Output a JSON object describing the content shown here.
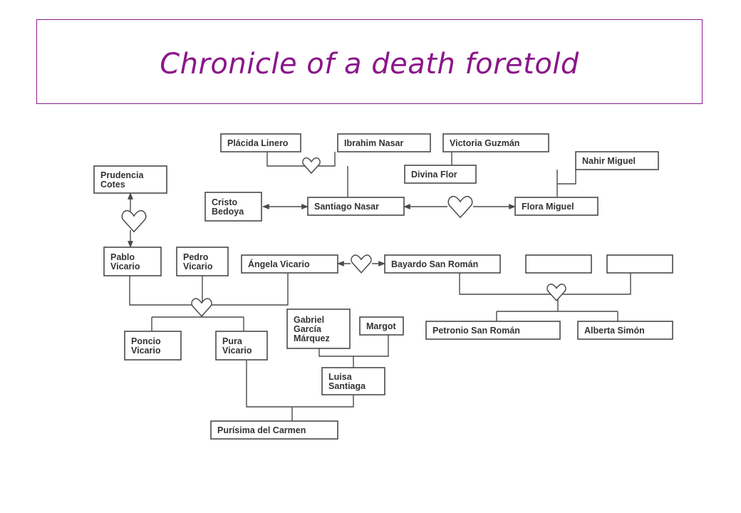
{
  "title": "Chronicle of a death foretold",
  "nodes": {
    "placida_linero": "Plácida Linero",
    "ibrahim_nasar": "Ibrahim Nasar",
    "victoria_guzman": "Victoria Guzmán",
    "divina_flor": "Divina Flor",
    "nahir_miguel": "Nahir Miguel",
    "prudencia_cotes": "Prudencia\nCotes",
    "cristo_bedoya": "Cristo\nBedoya",
    "santiago_nasar": "Santiago Nasar",
    "flora_miguel": "Flora Miguel",
    "pablo_vicario": "Pablo\nVicario",
    "pedro_vicario": "Pedro\nVicario",
    "angela_vicario": "Ángela Vicario",
    "bayardo_san_roman": "Bayardo San Román",
    "unnamed_parent_1": "",
    "unnamed_parent_2": "",
    "gabriel_garcia_marquez": "Gabriel\nGarcía\nMárquez",
    "margot": "Margot",
    "petronio_san_roman": "Petronio San Román",
    "alberta_simon": "Alberta Simón",
    "poncio_vicario": "Poncio\nVicario",
    "pura_vicario": "Pura\nVicario",
    "luisa_santiaga": "Luisa\nSantiaga",
    "purisima_del_carmen": "Purísima del Carmen"
  }
}
